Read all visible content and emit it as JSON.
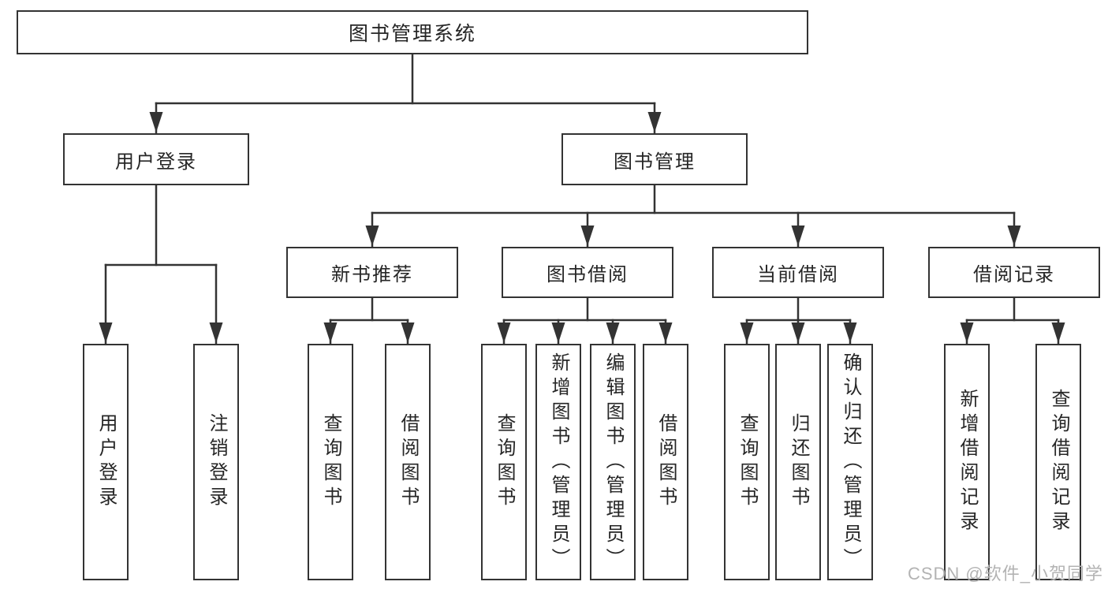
{
  "colors": {
    "line": "#333333",
    "text": "#262626",
    "box_fill": "#ffffff",
    "watermark": "#b3b3b3",
    "background": "#ffffff"
  },
  "watermark": {
    "text": "CSDN @软件_小贺同学"
  },
  "tree": {
    "root": {
      "label": "图书管理系统"
    },
    "branches": [
      {
        "label": "用户登录",
        "children": [
          {
            "label": "用户登录"
          },
          {
            "label": "注销登录"
          }
        ]
      },
      {
        "label": "图书管理",
        "children": [
          {
            "label": "新书推荐",
            "children": [
              {
                "label": "查询图书"
              },
              {
                "label": "借阅图书"
              }
            ]
          },
          {
            "label": "图书借阅",
            "children": [
              {
                "label": "查询图书"
              },
              {
                "label": "新增图书（管理员）"
              },
              {
                "label": "编辑图书（管理员）"
              },
              {
                "label": "借阅图书"
              }
            ]
          },
          {
            "label": "当前借阅",
            "children": [
              {
                "label": "查询图书"
              },
              {
                "label": "归还图书"
              },
              {
                "label": "确认归还（管理员）"
              }
            ]
          },
          {
            "label": "借阅记录",
            "children": [
              {
                "label": "新增借阅记录"
              },
              {
                "label": "查询借阅记录"
              }
            ]
          }
        ]
      }
    ]
  }
}
